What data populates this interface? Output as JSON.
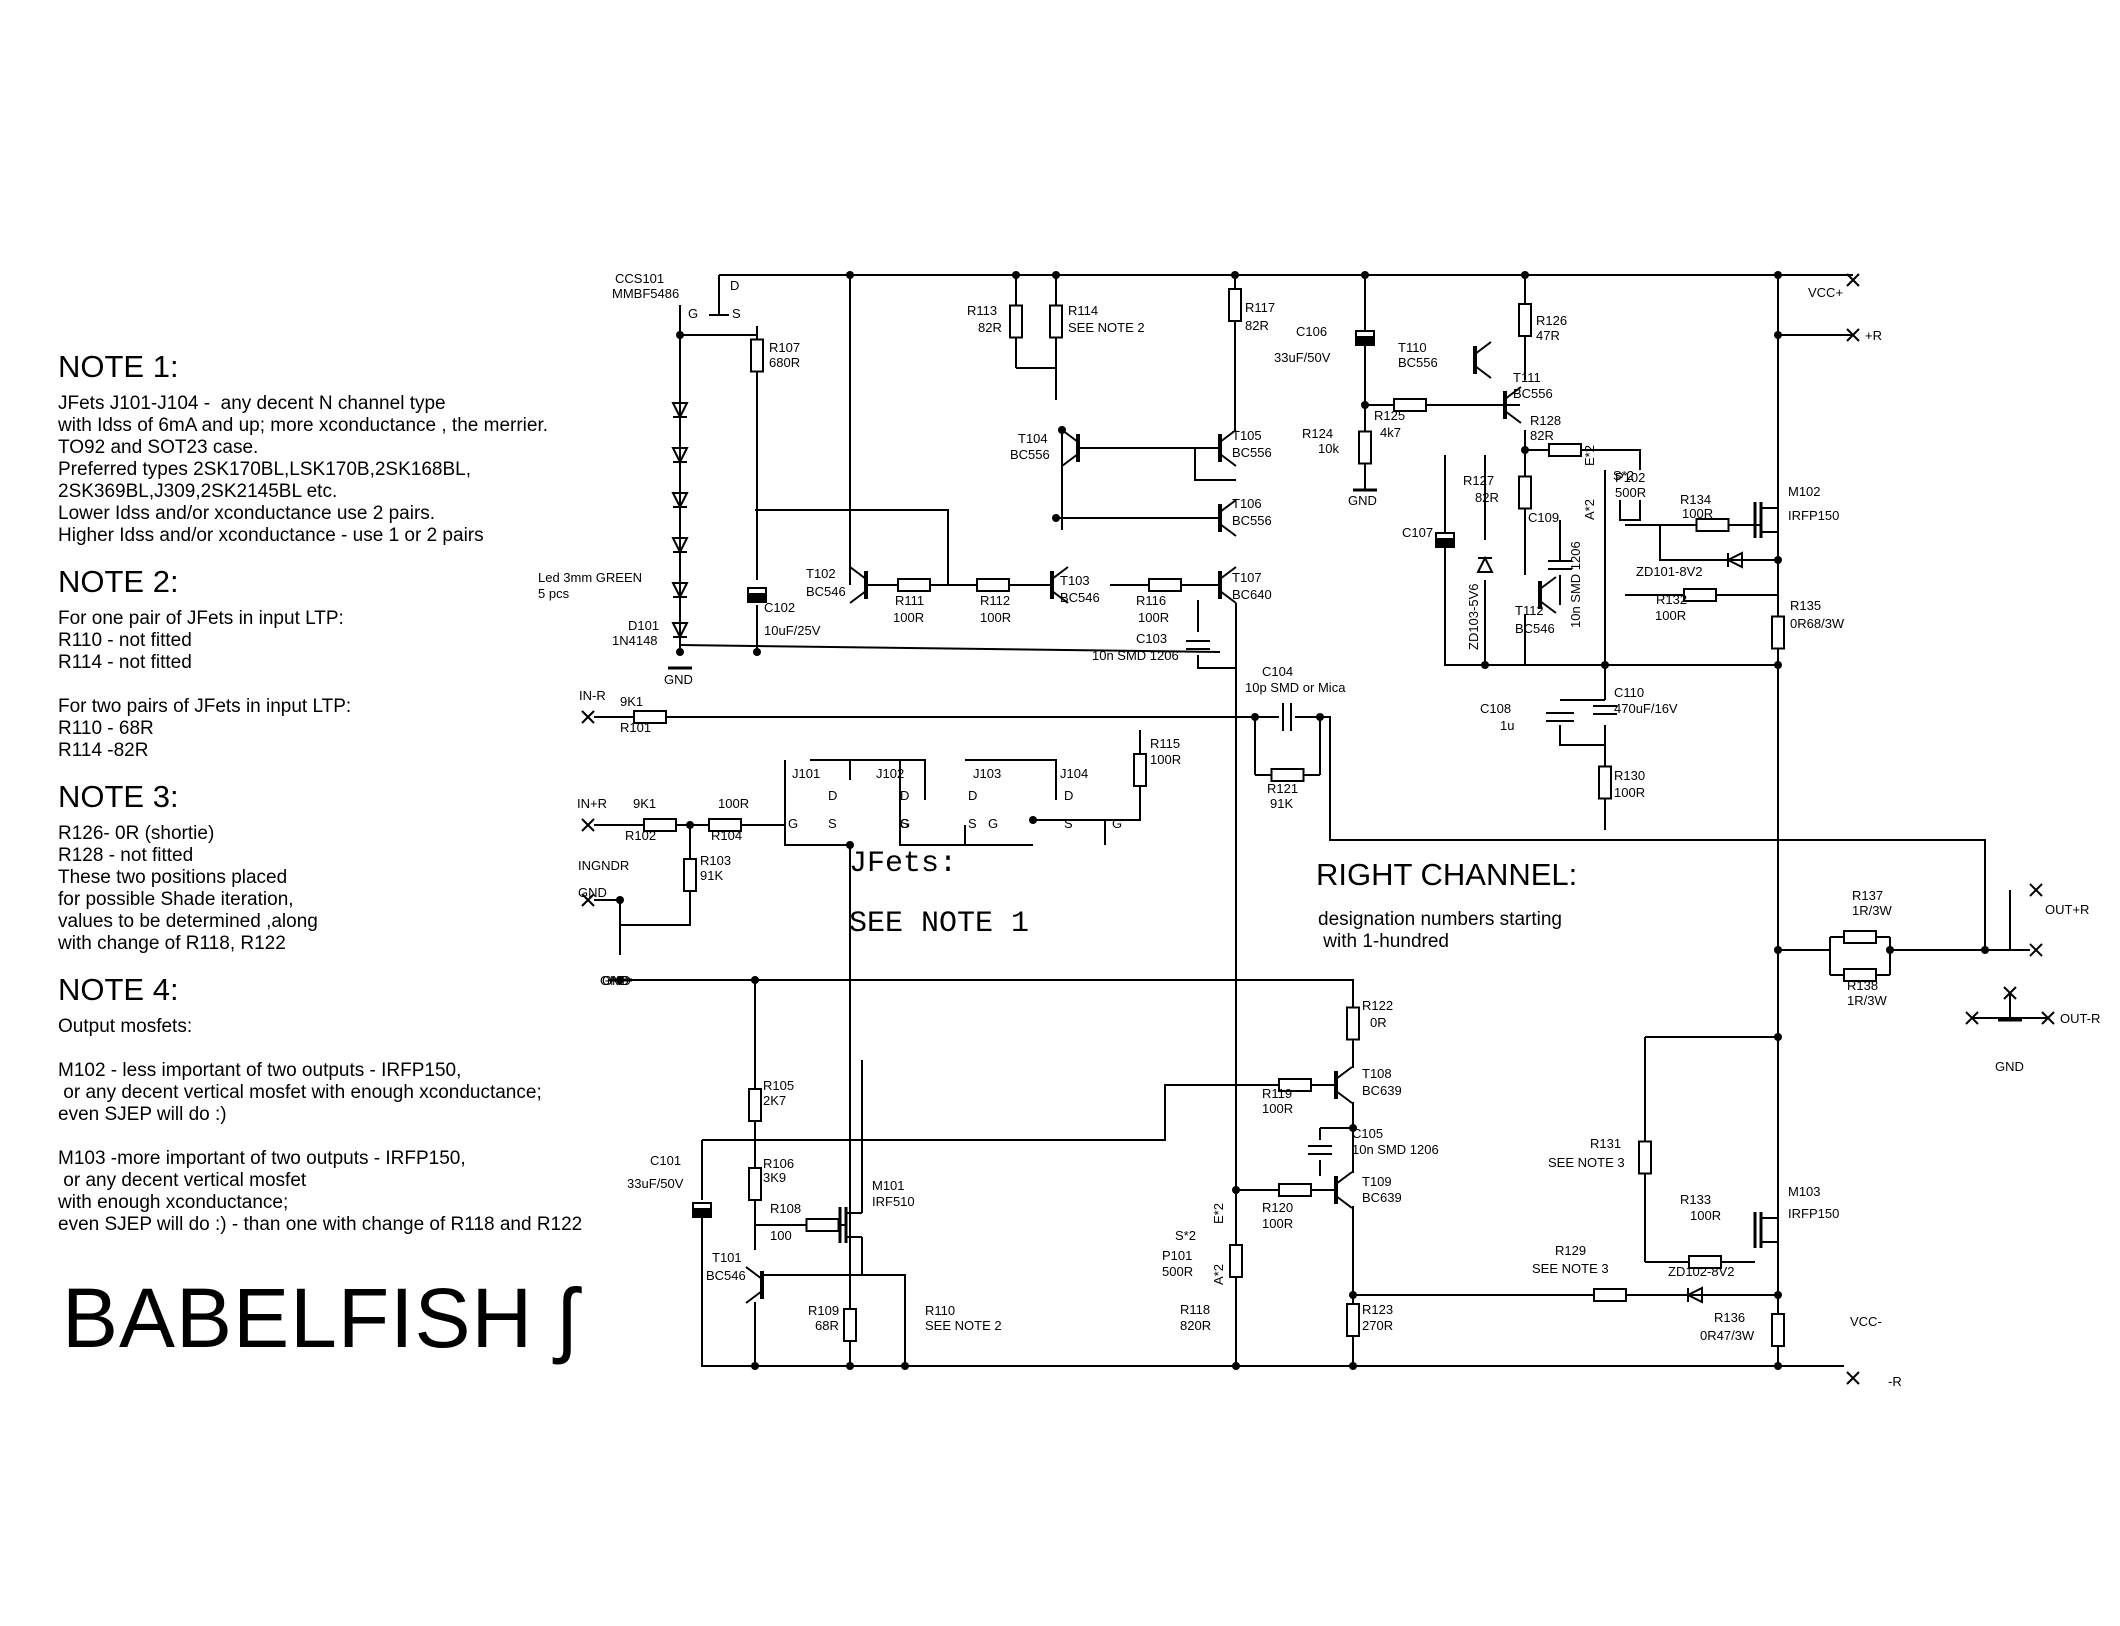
{
  "notes": [
    {
      "heading": "NOTE 1:",
      "lines": [
        "JFets J101-J104 -  any decent N channel type",
        "with Idss of 6mA and up; more xconductance , the merrier.",
        "TO92 and SOT23 case.",
        "Preferred types 2SK170BL,LSK170B,2SK168BL,",
        "2SK369BL,J309,2SK2145BL etc.",
        "Lower Idss and/or xconductance use 2 pairs.",
        "Higher Idss and/or xconductance - use 1 or 2 pairs"
      ]
    },
    {
      "heading": "NOTE 2:",
      "lines": [
        "For one pair of JFets in input LTP:",
        "R110 - not fitted",
        "R114 - not fitted",
        "",
        "For two pairs of JFets in input LTP:",
        "R110 - 68R",
        "R114 -82R"
      ]
    },
    {
      "heading": "NOTE 3:",
      "lines": [
        "R126- 0R (shortie)",
        "R128 - not fitted",
        "These two positions placed",
        "for possible Shade iteration,",
        "values to be determined ,along",
        "with change of R118, R122"
      ]
    },
    {
      "heading": "NOTE 4:",
      "lines": [
        "Output mosfets:",
        "",
        "M102 - less important of two outputs - IRFP150,",
        " or any decent vertical mosfet with enough xconductance;",
        "even SJEP will do :)",
        "",
        "M103 -more important of two outputs - IRFP150,",
        " or any decent vertical mosfet",
        "with enough xconductance;",
        "even SJEP will do :) - than one with change of R118 and R122"
      ]
    }
  ],
  "title": "BABELFISH ʃ",
  "channel": {
    "heading": "RIGHT CHANNEL:",
    "line1": "designation numbers starting",
    "line2": " with 1-hundred"
  },
  "jfets_note": {
    "line1": "JFets:",
    "line2": "SEE NOTE 1"
  },
  "labels": [
    {
      "id": "ccs_name",
      "text": "CCS101"
    },
    {
      "id": "ccs_part",
      "text": "MMBF5486"
    },
    {
      "id": "ccs_d",
      "text": "D"
    },
    {
      "id": "ccs_g",
      "text": "G"
    },
    {
      "id": "ccs_s",
      "text": "S"
    },
    {
      "id": "r107_n",
      "text": "R107"
    },
    {
      "id": "r107_v",
      "text": "680R"
    },
    {
      "id": "led_n",
      "text": "Led 3mm GREEN"
    },
    {
      "id": "led_v",
      "text": "5 pcs"
    },
    {
      "id": "d101_n",
      "text": "D101"
    },
    {
      "id": "d101_v",
      "text": "1N4148"
    },
    {
      "id": "gnd1",
      "text": "GND"
    },
    {
      "id": "c102_n",
      "text": "C102"
    },
    {
      "id": "c102_v",
      "text": "10uF/25V"
    },
    {
      "id": "t102_n",
      "text": "T102"
    },
    {
      "id": "t102_v",
      "text": "BC546"
    },
    {
      "id": "r111_n",
      "text": "R111"
    },
    {
      "id": "r111_v",
      "text": "100R"
    },
    {
      "id": "r112_n",
      "text": "R112"
    },
    {
      "id": "r112_v",
      "text": "100R"
    },
    {
      "id": "t103_n",
      "text": "T103"
    },
    {
      "id": "t103_v",
      "text": "BC546"
    },
    {
      "id": "r113_n",
      "text": "R113"
    },
    {
      "id": "r113_v",
      "text": "82R"
    },
    {
      "id": "r114_n",
      "text": "R114"
    },
    {
      "id": "r114_v",
      "text": "SEE NOTE 2"
    },
    {
      "id": "t104_n",
      "text": "T104"
    },
    {
      "id": "t104_v",
      "text": "BC556"
    },
    {
      "id": "r117_n",
      "text": "R117"
    },
    {
      "id": "r117_v",
      "text": "82R"
    },
    {
      "id": "t105_n",
      "text": "T105"
    },
    {
      "id": "t105_v",
      "text": "BC556"
    },
    {
      "id": "t106_n",
      "text": "T106"
    },
    {
      "id": "t106_v",
      "text": "BC556"
    },
    {
      "id": "t107_n",
      "text": "T107"
    },
    {
      "id": "t107_v",
      "text": "BC640"
    },
    {
      "id": "r116_n",
      "text": "R116"
    },
    {
      "id": "r116_v",
      "text": "100R"
    },
    {
      "id": "c103_n",
      "text": "C103"
    },
    {
      "id": "c103_v",
      "text": "10n SMD 1206"
    },
    {
      "id": "c104_n",
      "text": "C104"
    },
    {
      "id": "c104_v",
      "text": "10p SMD or Mica"
    },
    {
      "id": "inr",
      "text": "IN-R"
    },
    {
      "id": "r101_n",
      "text": "R101"
    },
    {
      "id": "r101_v",
      "text": "9K1"
    },
    {
      "id": "r121_n",
      "text": "R121"
    },
    {
      "id": "r121_v",
      "text": "91K"
    },
    {
      "id": "r115_n",
      "text": "R115"
    },
    {
      "id": "r115_v",
      "text": "100R"
    },
    {
      "id": "j101",
      "text": "J101"
    },
    {
      "id": "j102",
      "text": "J102"
    },
    {
      "id": "j103",
      "text": "J103"
    },
    {
      "id": "j104",
      "text": "J104"
    },
    {
      "id": "inpr",
      "text": "IN+R"
    },
    {
      "id": "r102_n",
      "text": "R102"
    },
    {
      "id": "r102_v",
      "text": "9K1"
    },
    {
      "id": "r104_n",
      "text": "R104"
    },
    {
      "id": "r104_v",
      "text": "100R"
    },
    {
      "id": "r103_n",
      "text": "R103"
    },
    {
      "id": "r103_v",
      "text": "91K"
    },
    {
      "id": "ingndr",
      "text": "INGNDR"
    },
    {
      "id": "ingnd_gnd",
      "text": "GND"
    },
    {
      "id": "gnd2",
      "text": "GND"
    },
    {
      "id": "c106_n",
      "text": "C106"
    },
    {
      "id": "c106_v",
      "text": "33uF/50V"
    },
    {
      "id": "r124_n",
      "text": "R124"
    },
    {
      "id": "r124_v",
      "text": "10k"
    },
    {
      "id": "gnd3",
      "text": "GND"
    },
    {
      "id": "r125_n",
      "text": "R125"
    },
    {
      "id": "r125_v",
      "text": "4k7"
    },
    {
      "id": "t110_n",
      "text": "T110"
    },
    {
      "id": "t110_v",
      "text": "BC556"
    },
    {
      "id": "r126_n",
      "text": "R126"
    },
    {
      "id": "r126_v",
      "text": "47R"
    },
    {
      "id": "t111_n",
      "text": "T111"
    },
    {
      "id": "t111_v",
      "text": "BC556"
    },
    {
      "id": "r128_n",
      "text": "R128"
    },
    {
      "id": "r128_v",
      "text": "82R"
    },
    {
      "id": "r127_n",
      "text": "R127"
    },
    {
      "id": "r127_v",
      "text": "82R"
    },
    {
      "id": "p102_n",
      "text": "P102"
    },
    {
      "id": "p102_v",
      "text": "500R"
    },
    {
      "id": "c107_n",
      "text": "C107"
    },
    {
      "id": "c109_n",
      "text": "C109"
    },
    {
      "id": "c109_v",
      "text": "10n SMD 1206"
    },
    {
      "id": "zd103",
      "text": "ZD103-5V6"
    },
    {
      "id": "t112_n",
      "text": "T112"
    },
    {
      "id": "t112_v",
      "text": "BC546"
    },
    {
      "id": "r134_n",
      "text": "R134"
    },
    {
      "id": "r134_v",
      "text": "100R"
    },
    {
      "id": "m102_n",
      "text": "M102"
    },
    {
      "id": "m102_v",
      "text": "IRFP150"
    },
    {
      "id": "zd101",
      "text": "ZD101-8V2"
    },
    {
      "id": "r132_n",
      "text": "R132"
    },
    {
      "id": "r132_v",
      "text": "100R"
    },
    {
      "id": "r135_n",
      "text": "R135"
    },
    {
      "id": "r135_v",
      "text": "0R68/3W"
    },
    {
      "id": "vccp",
      "text": "VCC+"
    },
    {
      "id": "pr",
      "text": "+R"
    },
    {
      "id": "c108_n",
      "text": "C108"
    },
    {
      "id": "c108_v",
      "text": "1u"
    },
    {
      "id": "c110_n",
      "text": "C110"
    },
    {
      "id": "c110_v",
      "text": "470uF/16V"
    },
    {
      "id": "r130_n",
      "text": "R130"
    },
    {
      "id": "r130_v",
      "text": "100R"
    },
    {
      "id": "r137_n",
      "text": "R137"
    },
    {
      "id": "r137_v",
      "text": "1R/3W"
    },
    {
      "id": "r138_n",
      "text": "R138"
    },
    {
      "id": "r138_v",
      "text": "1R/3W"
    },
    {
      "id": "outpr",
      "text": "OUT+R"
    },
    {
      "id": "outmr",
      "text": "OUT-R"
    },
    {
      "id": "gnd4",
      "text": "GND"
    },
    {
      "id": "gnd5",
      "text": "GND"
    },
    {
      "id": "r105_n",
      "text": "R105"
    },
    {
      "id": "r105_v",
      "text": "2K7"
    },
    {
      "id": "c101_n",
      "text": "C101"
    },
    {
      "id": "c101_v",
      "text": "33uF/50V"
    },
    {
      "id": "r106_n",
      "text": "R106"
    },
    {
      "id": "r106_v",
      "text": "3K9"
    },
    {
      "id": "m101_n",
      "text": "M101"
    },
    {
      "id": "m101_v",
      "text": "IRF510"
    },
    {
      "id": "r108_n",
      "text": "R108"
    },
    {
      "id": "r108_v",
      "text": "100"
    },
    {
      "id": "t101_n",
      "text": "T101"
    },
    {
      "id": "t101_v",
      "text": "BC546"
    },
    {
      "id": "r109_n",
      "text": "R109"
    },
    {
      "id": "r109_v",
      "text": "68R"
    },
    {
      "id": "r110_n",
      "text": "R110"
    },
    {
      "id": "r110_v",
      "text": "SEE NOTE 2"
    },
    {
      "id": "r122_n",
      "text": "R122"
    },
    {
      "id": "r122_v",
      "text": "0R"
    },
    {
      "id": "r119_n",
      "text": "R119"
    },
    {
      "id": "r119_v",
      "text": "100R"
    },
    {
      "id": "t108_n",
      "text": "T108"
    },
    {
      "id": "t108_v",
      "text": "BC639"
    },
    {
      "id": "c105_n",
      "text": "C105"
    },
    {
      "id": "c105_v",
      "text": "10n SMD 1206"
    },
    {
      "id": "r120_n",
      "text": "R120"
    },
    {
      "id": "r120_v",
      "text": "100R"
    },
    {
      "id": "t109_n",
      "text": "T109"
    },
    {
      "id": "t109_v",
      "text": "BC639"
    },
    {
      "id": "p101_n",
      "text": "P101"
    },
    {
      "id": "p101_v",
      "text": "500R"
    },
    {
      "id": "r118_n",
      "text": "R118"
    },
    {
      "id": "r118_v",
      "text": "820R"
    },
    {
      "id": "r123_n",
      "text": "R123"
    },
    {
      "id": "r123_v",
      "text": "270R"
    },
    {
      "id": "r131_n",
      "text": "R131"
    },
    {
      "id": "r131_v",
      "text": "SEE NOTE 3"
    },
    {
      "id": "r129_n",
      "text": "R129"
    },
    {
      "id": "r129_v",
      "text": "SEE NOTE 3"
    },
    {
      "id": "r133_n",
      "text": "R133"
    },
    {
      "id": "r133_v",
      "text": "100R"
    },
    {
      "id": "m103_n",
      "text": "M103"
    },
    {
      "id": "m103_v",
      "text": "IRFP150"
    },
    {
      "id": "zd102",
      "text": "ZD102-8V2"
    },
    {
      "id": "r136_n",
      "text": "R136"
    },
    {
      "id": "r136_v",
      "text": "0R47/3W"
    },
    {
      "id": "vccm",
      "text": "VCC-"
    },
    {
      "id": "mr",
      "text": "-R"
    },
    {
      "id": "pin_s2a",
      "text": "S*2"
    },
    {
      "id": "pin_e2a",
      "text": "E*2"
    },
    {
      "id": "pin_a2a",
      "text": "A*2"
    },
    {
      "id": "pin_s2b",
      "text": "S*2"
    },
    {
      "id": "pin_e2b",
      "text": "E*2"
    },
    {
      "id": "pin_a2b",
      "text": "A*2"
    },
    {
      "id": "pin_g1",
      "text": "G"
    },
    {
      "id": "pin_s1",
      "text": "S"
    },
    {
      "id": "pin_d1",
      "text": "D"
    },
    {
      "id": "pin_g2",
      "text": "G"
    },
    {
      "id": "pin_s2",
      "text": "S"
    },
    {
      "id": "pin_d2",
      "text": "D"
    },
    {
      "id": "pin_g3",
      "text": "G"
    },
    {
      "id": "pin_s3",
      "text": "S"
    },
    {
      "id": "pin_d3",
      "text": "D"
    },
    {
      "id": "pin_g4",
      "text": "G"
    },
    {
      "id": "pin_s4",
      "text": "S"
    },
    {
      "id": "pin_d4",
      "text": "D"
    }
  ]
}
